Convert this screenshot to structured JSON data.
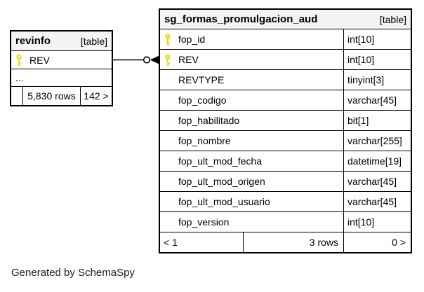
{
  "page": {
    "generated_by": "Generated by SchemaSpy"
  },
  "colors": {
    "key_yellow": "#e2e20a",
    "header_bg": "#f4f4f4",
    "border": "#000000",
    "background": "#ffffff"
  },
  "left_table": {
    "title": "revinfo",
    "tag": "[table]",
    "rows": [
      {
        "name": "REV",
        "key": true
      }
    ],
    "ellipsis": "...",
    "footer": {
      "left": "",
      "center": "5,830 rows",
      "right": "142 >"
    }
  },
  "right_table": {
    "title": "sg_formas_promulgacion_aud",
    "tag": "[table]",
    "rows": [
      {
        "name": "fop_id",
        "type": "int[10]",
        "key": true
      },
      {
        "name": "REV",
        "type": "int[10]",
        "key": true
      },
      {
        "name": "REVTYPE",
        "type": "tinyint[3]",
        "key": false
      },
      {
        "name": "fop_codigo",
        "type": "varchar[45]",
        "key": false
      },
      {
        "name": "fop_habilitado",
        "type": "bit[1]",
        "key": false
      },
      {
        "name": "fop_nombre",
        "type": "varchar[255]",
        "key": false
      },
      {
        "name": "fop_ult_mod_fecha",
        "type": "datetime[19]",
        "key": false
      },
      {
        "name": "fop_ult_mod_origen",
        "type": "varchar[45]",
        "key": false
      },
      {
        "name": "fop_ult_mod_usuario",
        "type": "varchar[45]",
        "key": false
      },
      {
        "name": "fop_version",
        "type": "int[10]",
        "key": false
      }
    ],
    "footer": {
      "left": "< 1",
      "center": "3 rows",
      "right": "0 >"
    }
  },
  "relationship": {
    "from_table": "revinfo",
    "from_column": "REV",
    "to_table": "sg_formas_promulgacion_aud",
    "to_column": "REV"
  }
}
